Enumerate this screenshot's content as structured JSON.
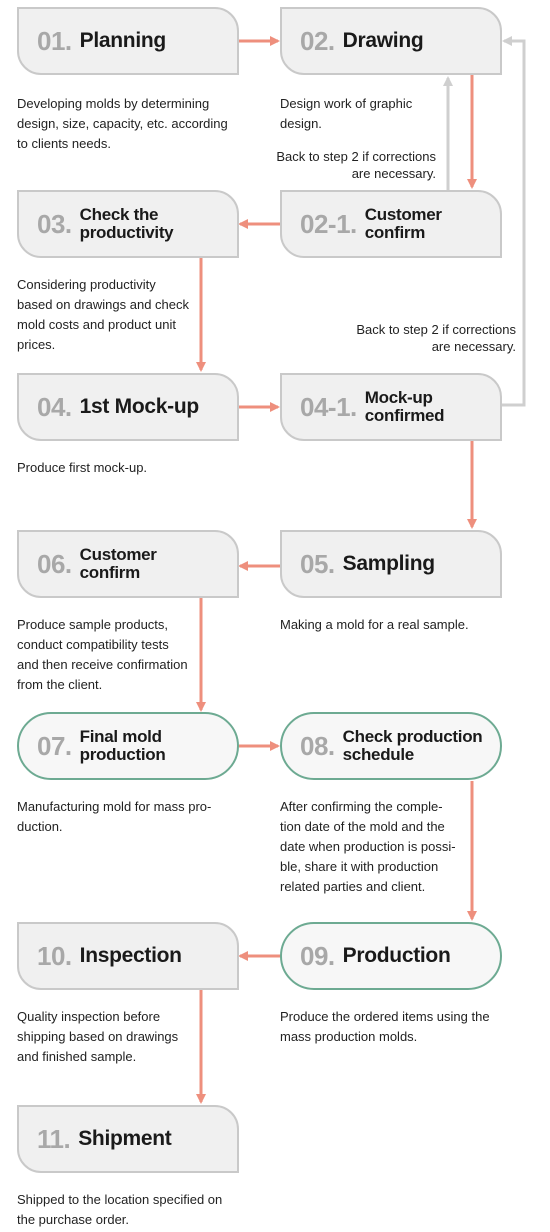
{
  "steps": {
    "s01": {
      "num": "01.",
      "title": "Planning",
      "desc": [
        "Developing molds by determining",
        "design, size, capacity, etc. according",
        "to clients needs."
      ]
    },
    "s02": {
      "num": "02.",
      "title": "Drawing",
      "desc": [
        "Design work of graphic",
        "design."
      ]
    },
    "s021": {
      "num": "02-1.",
      "title": [
        "Customer",
        "confirm"
      ]
    },
    "s03": {
      "num": "03.",
      "title": [
        "Check the",
        "productivity"
      ],
      "desc": [
        "Considering productivity",
        "based on drawings and check",
        "mold costs and product unit",
        "prices."
      ]
    },
    "s04": {
      "num": "04.",
      "title": "1st Mock-up",
      "desc": [
        "Produce first mock-up."
      ]
    },
    "s041": {
      "num": "04-1.",
      "title": [
        "Mock-up",
        "confirmed"
      ]
    },
    "s05": {
      "num": "05.",
      "title": "Sampling",
      "desc": [
        "Making a mold for a real sample."
      ]
    },
    "s06": {
      "num": "06.",
      "title": [
        "Customer",
        "confirm"
      ],
      "desc": [
        "Produce sample products,",
        "conduct compatibility tests",
        "and then receive confirmation",
        "from the client."
      ]
    },
    "s07": {
      "num": "07.",
      "title": [
        "Final mold",
        "production"
      ],
      "desc": [
        "Manufacturing mold for mass pro-",
        "duction."
      ]
    },
    "s08": {
      "num": "08.",
      "title": [
        "Check production",
        "schedule"
      ],
      "desc": [
        "After confirming the comple-",
        "tion date of the mold and the",
        "date when production is possi-",
        "ble, share it with production",
        "related parties and client."
      ]
    },
    "s09": {
      "num": "09.",
      "title": "Production",
      "desc": [
        "Produce the ordered items using the",
        "mass production molds."
      ]
    },
    "s10": {
      "num": "10.",
      "title": "Inspection",
      "desc": [
        "Quality inspection before",
        "shipping based on drawings",
        "and finished sample."
      ]
    },
    "s11": {
      "num": "11.",
      "title": "Shipment",
      "desc": [
        "Shipped to the location specified on",
        "the purchase order."
      ]
    }
  },
  "notes": {
    "n1": [
      "Back to step 2 if corrections",
      "are necessary."
    ],
    "n2": [
      "Back to step 2 if corrections",
      "are necessary."
    ]
  },
  "colors": {
    "arrow": "#ee8f7d",
    "return_arrow": "#cfcfcf",
    "green_border": "#6daa92"
  }
}
